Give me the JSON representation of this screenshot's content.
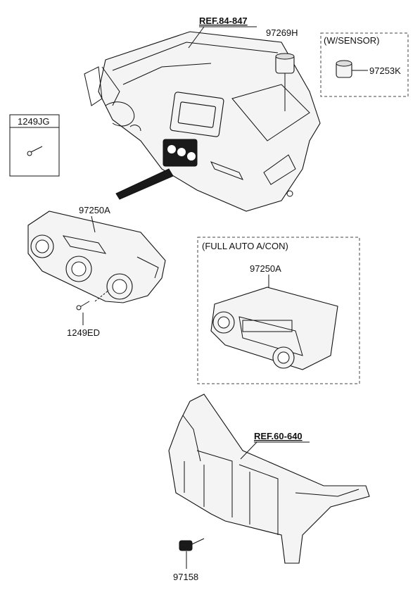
{
  "labels": {
    "ref_dashboard": "REF.84-847",
    "ref_carrier": "REF.60-640",
    "part_97269H": "97269H",
    "sensor_box_title": "(W/SENSOR)",
    "part_97253K": "97253K",
    "part_1249JG": "1249JG",
    "part_97250A_manual": "97250A",
    "part_1249ED": "1249ED",
    "full_auto_box_title": "(FULL AUTO A/CON)",
    "part_97250A_auto": "97250A",
    "part_97158": "97158"
  }
}
